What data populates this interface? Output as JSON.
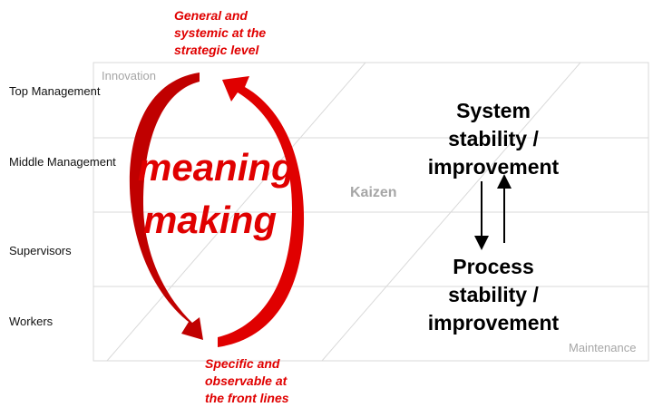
{
  "levels": [
    "Top Management",
    "Middle Management",
    "Supervisors",
    "Workers"
  ],
  "corner_labels": {
    "top_left": "Innovation",
    "center": "Kaizen",
    "bottom_right": "Maintenance"
  },
  "notes": {
    "top": [
      "General and",
      "systemic at the",
      "strategic level"
    ],
    "bottom": [
      "Specific and",
      "observable at",
      "the front lines"
    ]
  },
  "cycle_text": [
    "meaning",
    "making"
  ],
  "system_box": [
    "System",
    "stability /",
    "improvement"
  ],
  "process_box": [
    "Process",
    "stability /",
    "improvement"
  ],
  "colors": {
    "accent": "#e00000",
    "grid": "#d9d9d9",
    "muted": "#a6a6a6",
    "text": "#000000"
  }
}
